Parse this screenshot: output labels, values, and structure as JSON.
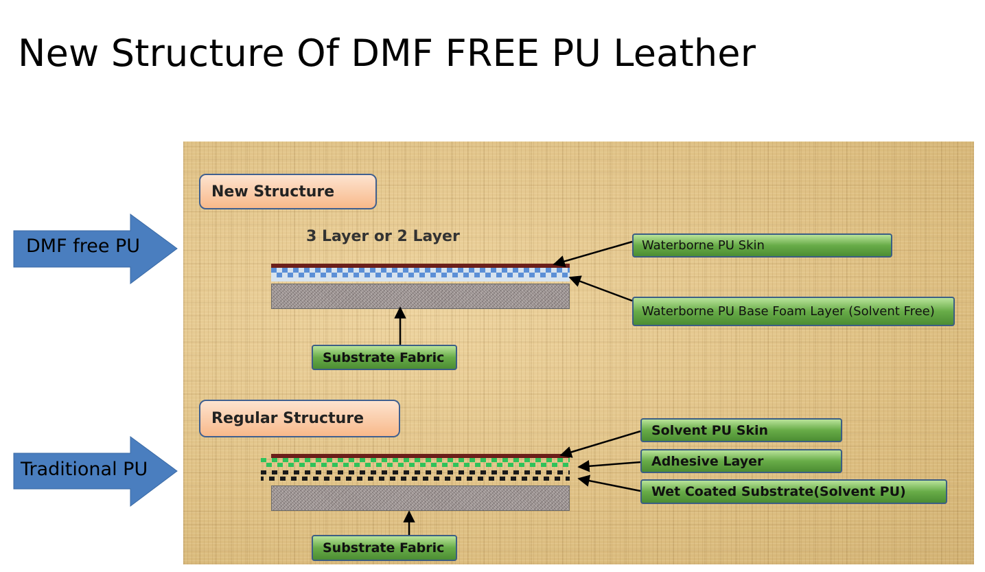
{
  "title": "New Structure Of DMF FREE PU Leather",
  "colors": {
    "arrow_fill": "#4a7ebf",
    "skin_color": "#6b1f1a",
    "waterborne_foam_color": "#5b8fd6",
    "adhesive_color": "#2fc25a",
    "wet_coat_color": "#1a1a1a",
    "label_green": "#5ea33f"
  },
  "side_arrows": [
    {
      "label": "DMF free PU"
    },
    {
      "label": "Traditional PU"
    }
  ],
  "new_structure": {
    "title": "New Structure",
    "layer_caption": "3 Layer or 2 Layer",
    "labels": [
      "Waterborne PU Skin",
      "Waterborne PU Base Foam Layer (Solvent Free)"
    ],
    "substrate_label": "Substrate Fabric"
  },
  "regular_structure": {
    "title": "Regular Structure",
    "labels": [
      "Solvent PU Skin",
      "Adhesive  Layer",
      "Wet Coated  Substrate(Solvent PU)"
    ],
    "substrate_label": "Substrate Fabric"
  }
}
